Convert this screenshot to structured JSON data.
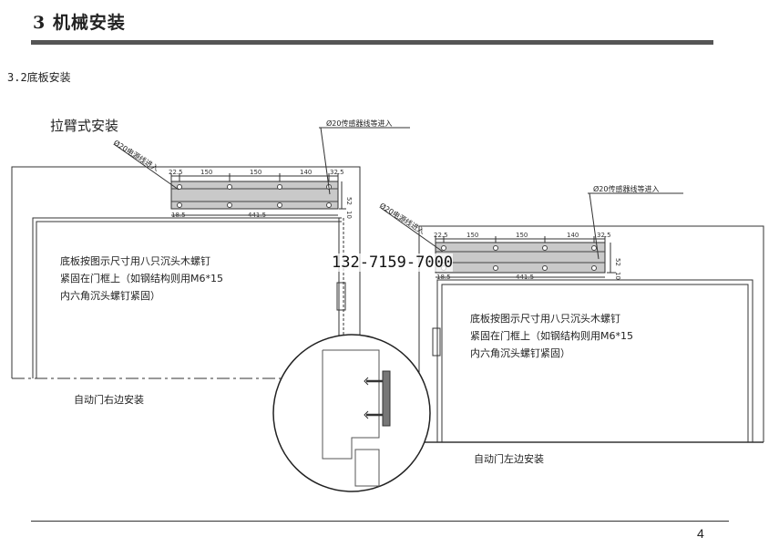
{
  "header": {
    "chapter_title": "3 机械安装"
  },
  "section": {
    "title": "3.2底板安装"
  },
  "arm_install": {
    "label": "拉臂式安装"
  },
  "left_diagram": {
    "power_cable_label": "Ø20电源线进入",
    "sensor_cable_label": "Ø20传感器线等进入",
    "dims_top": [
      "22.5",
      "150",
      "150",
      "140",
      "32.5"
    ],
    "dim_bottom": "441.5",
    "dim_bottom_left": "18.5",
    "dim_side": "52",
    "dim_side_small": "10",
    "note_lines": "底板按图示尺寸用八只沉头木螺钉\n紧固在门框上（如钢结构则用M6*15\n内六角沉头螺钉紧固）",
    "caption": "自动门右边安装"
  },
  "right_diagram": {
    "power_cable_label": "Ø20电源线进入",
    "sensor_cable_label": "Ø20传感器线等进入",
    "dims_top": [
      "22.5",
      "150",
      "150",
      "140",
      "32.5"
    ],
    "dim_bottom": "441.5",
    "dim_bottom_left": "18.5",
    "dim_side": "52",
    "dim_side_small": "10",
    "note_lines": "底板按图示尺寸用八只沉头木螺钉\n紧固在门框上（如钢结构则用M6*15\n内六角沉头螺钉紧固）",
    "caption": "自动门左边安装"
  },
  "watermark_phone": "132-7159-7000",
  "footer": {
    "page_number": "4"
  }
}
